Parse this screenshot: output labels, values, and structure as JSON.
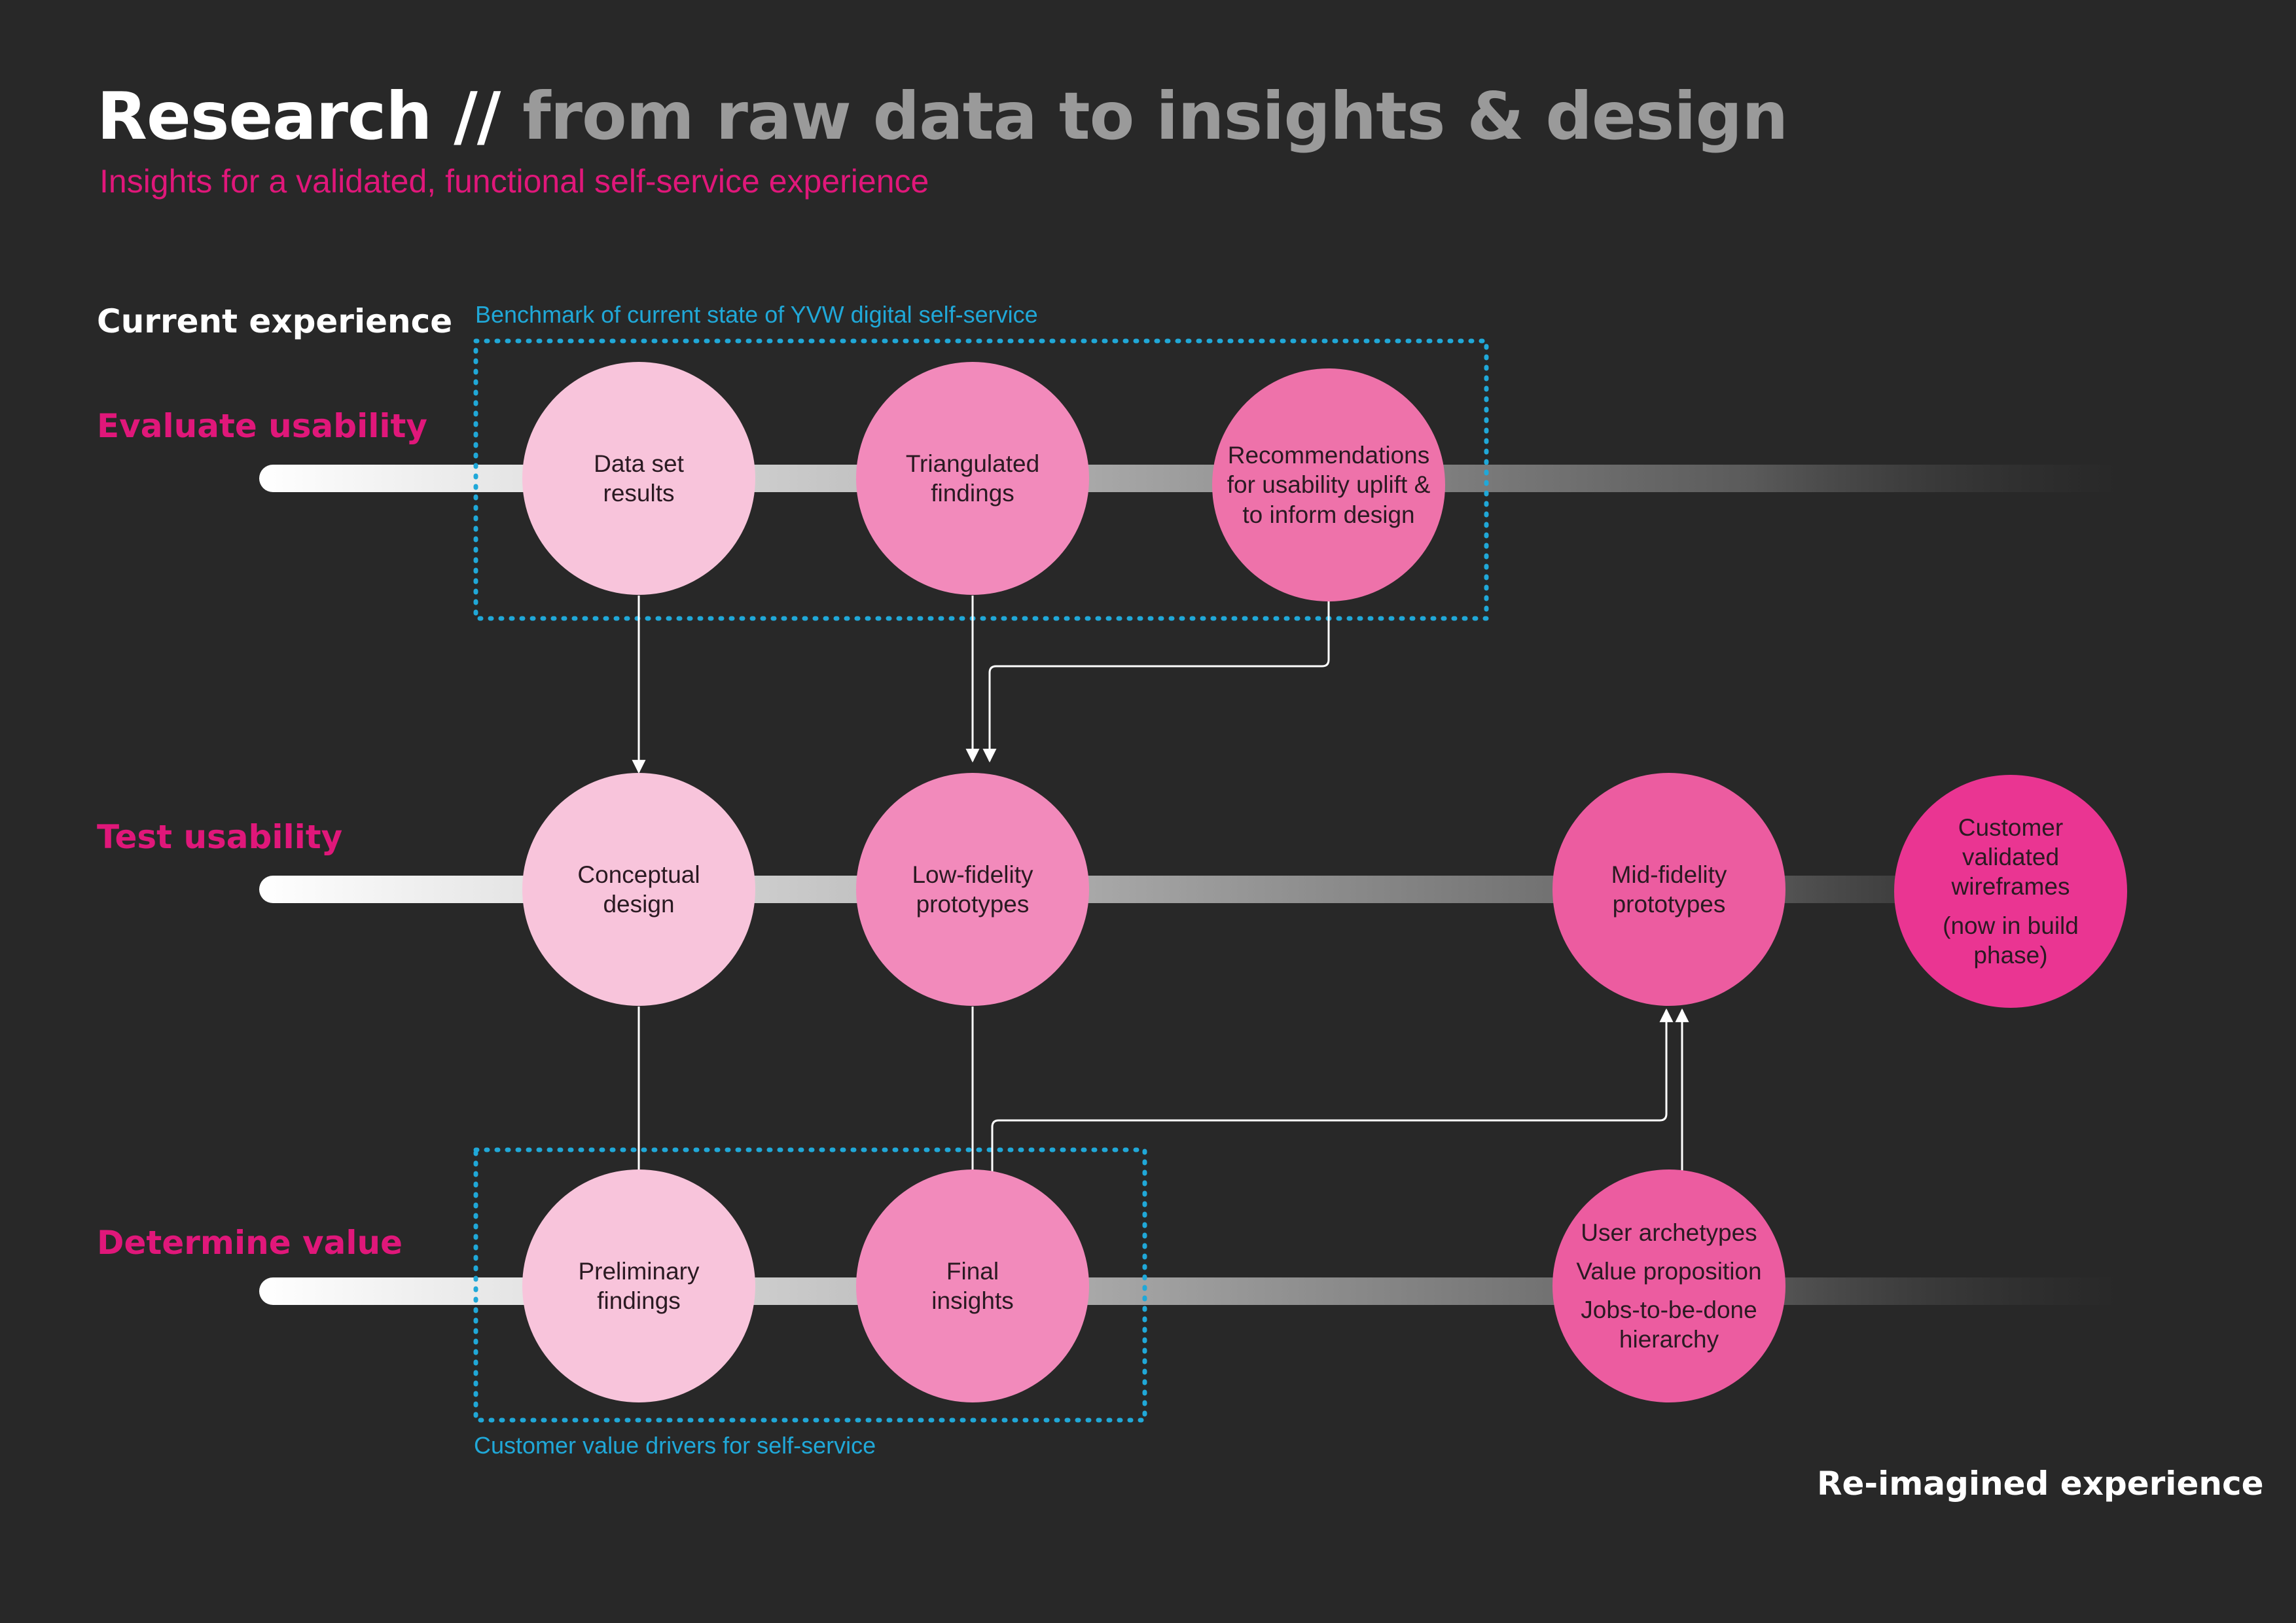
{
  "header": {
    "title_main": "Research //",
    "title_rest": "from raw data to insights & design",
    "subtitle": "Insights for a validated, functional self-service experience"
  },
  "current_label": "Current experience",
  "reimagined_label": "Re-imagined experience",
  "boxes": {
    "benchmark_caption": "Benchmark of current state of YVW digital self-service",
    "value_caption": "Customer value drivers for self-service"
  },
  "rows": {
    "evaluate": "Evaluate usability",
    "test": "Test usability",
    "determine": "Determine value"
  },
  "nodes": {
    "data_set_results": "Data set results",
    "triangulated_findings": "Triangulated findings",
    "recommendations": "Recommendations for usability uplift & to inform design",
    "conceptual_design": "Conceptual design",
    "low_fidelity": "Low-fidelity prototypes",
    "mid_fidelity": "Mid-fidelity prototypes",
    "customer_validated": "Customer validated wireframes",
    "customer_validated_note": "(now in build phase)",
    "preliminary_findings": "Preliminary findings",
    "final_insights": "Final insights",
    "user_archetypes": "User archetypes",
    "value_proposition": "Value proposition",
    "jtbd_hierarchy": "Jobs-to-be-done hierarchy"
  },
  "colors": {
    "background": "#282828",
    "accent_magenta": "#e0177a",
    "box_outline": "#20a8d8",
    "node_lightest": "#f8c4db",
    "node_mid": "#f28abb",
    "node_deep": "#ec5ca0",
    "node_darkest": "#ea3592"
  }
}
